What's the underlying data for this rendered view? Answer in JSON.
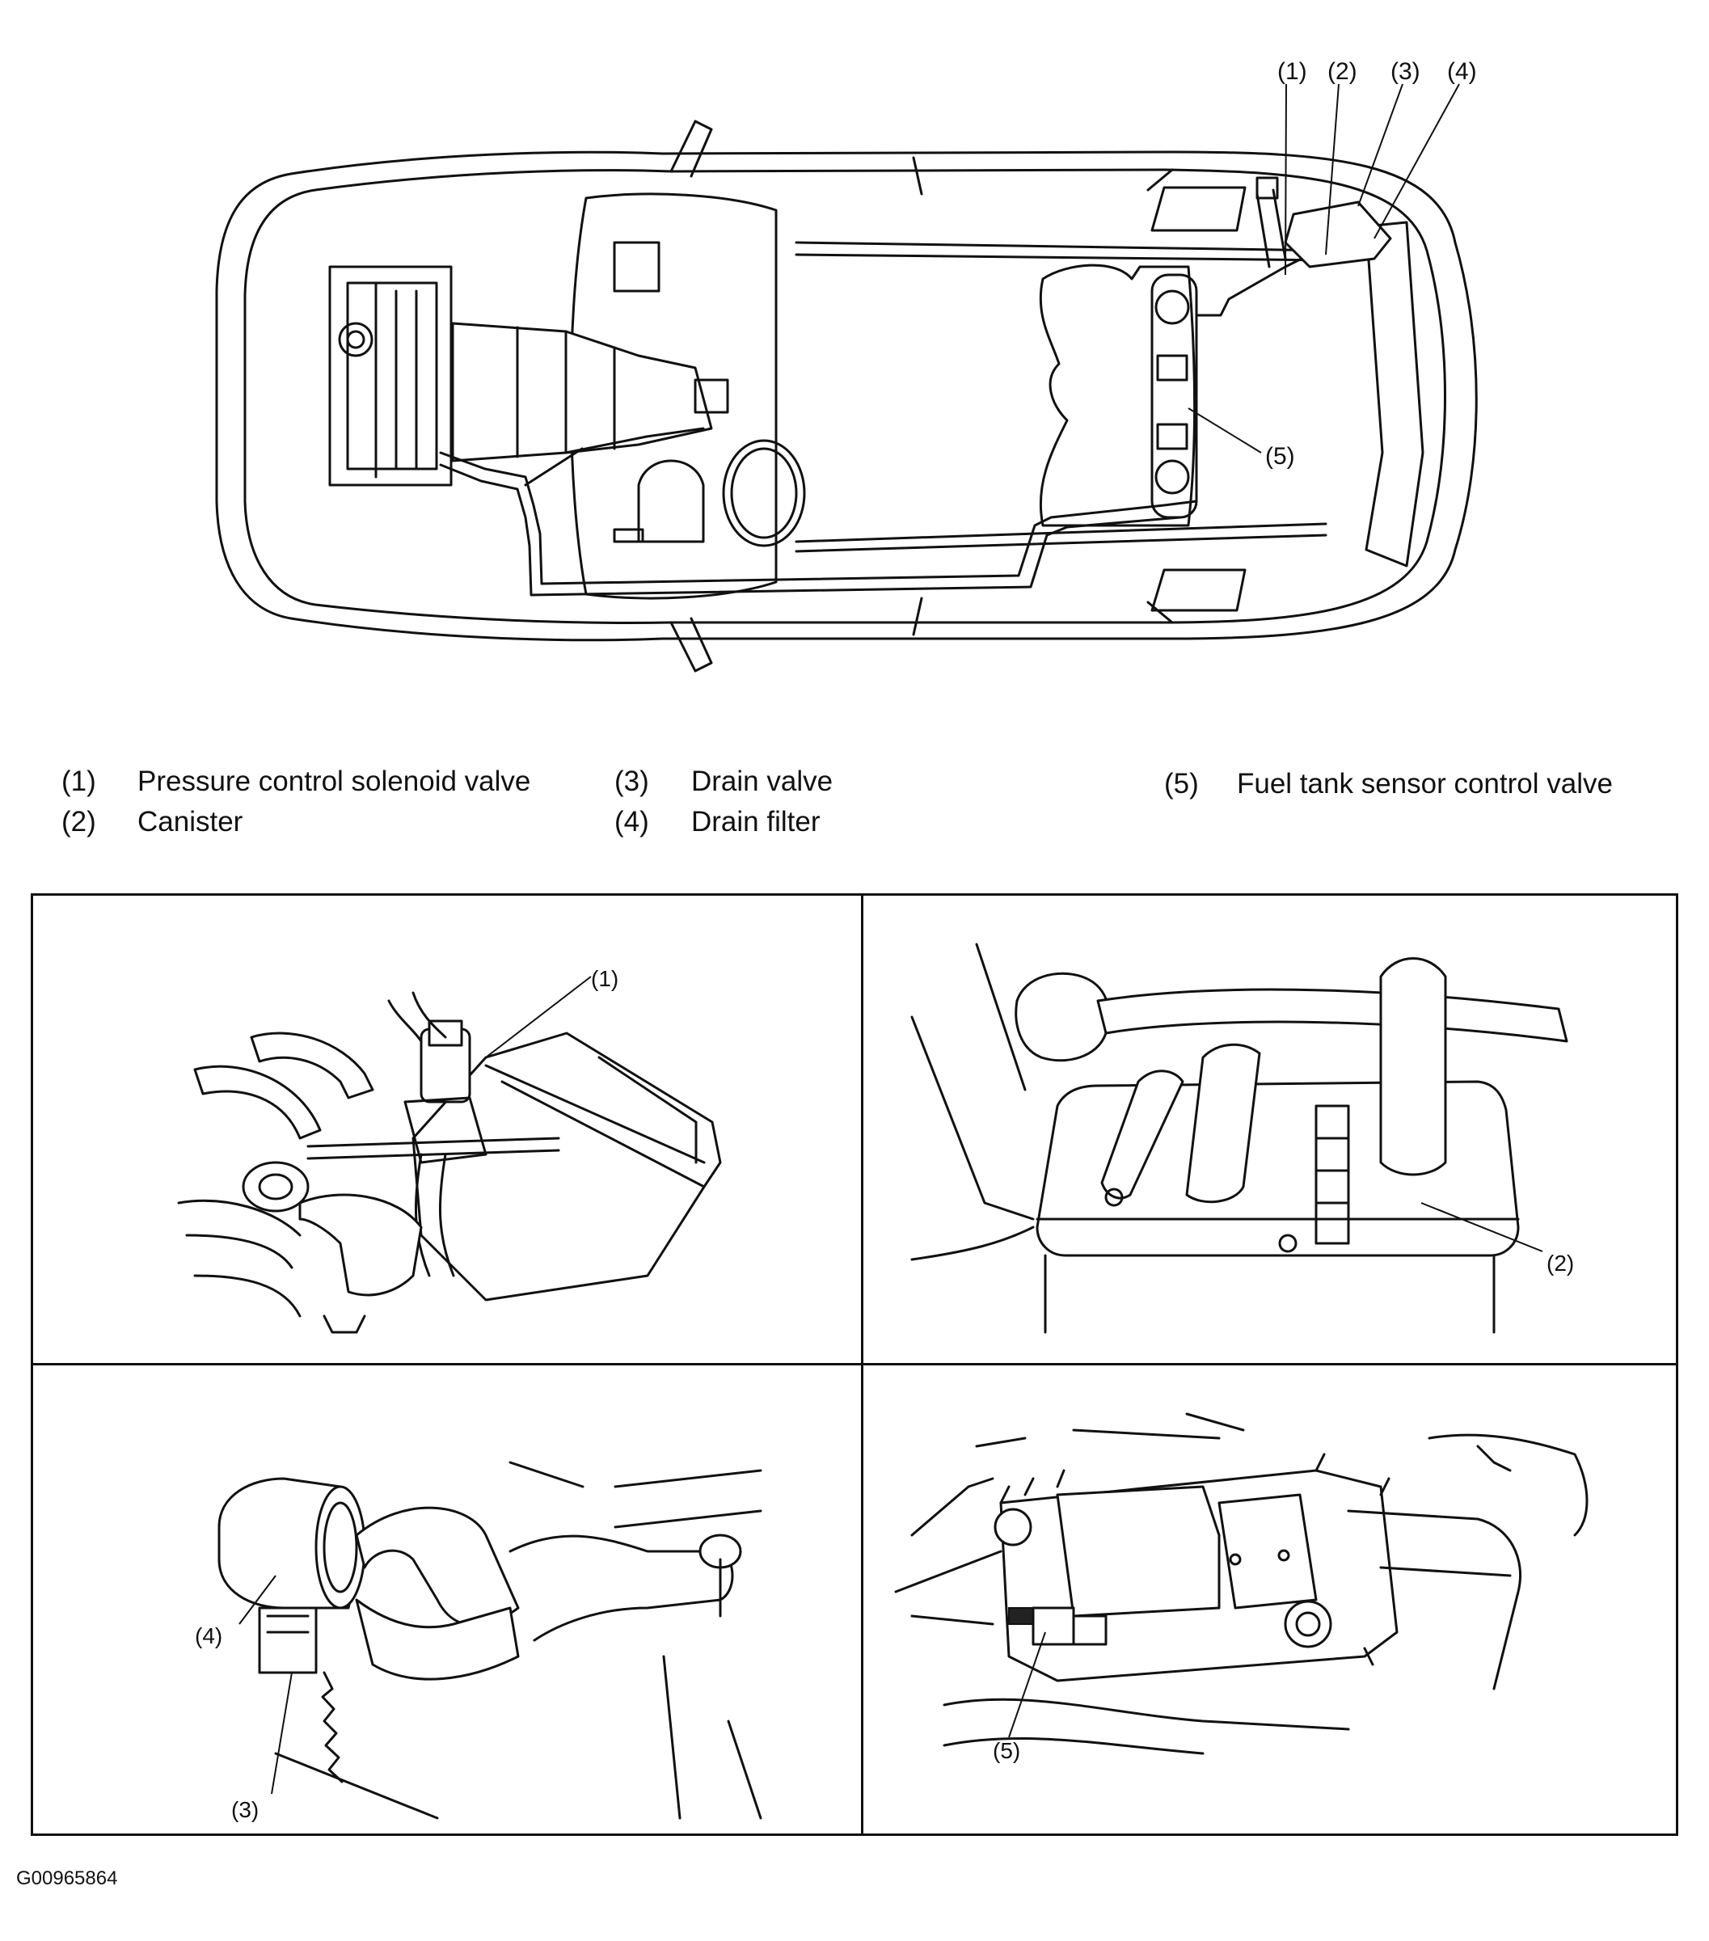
{
  "callouts": {
    "c1": "(1)",
    "c2": "(2)",
    "c3": "(3)",
    "c4": "(4)",
    "c5": "(5)"
  },
  "legend": [
    {
      "num": "(1)",
      "label": "Pressure control solenoid valve"
    },
    {
      "num": "(2)",
      "label": "Canister"
    },
    {
      "num": "(3)",
      "label": "Drain valve"
    },
    {
      "num": "(4)",
      "label": "Drain filter"
    },
    {
      "num": "(5)",
      "label": "Fuel tank sensor control valve"
    }
  ],
  "figure_id": "G00965864"
}
